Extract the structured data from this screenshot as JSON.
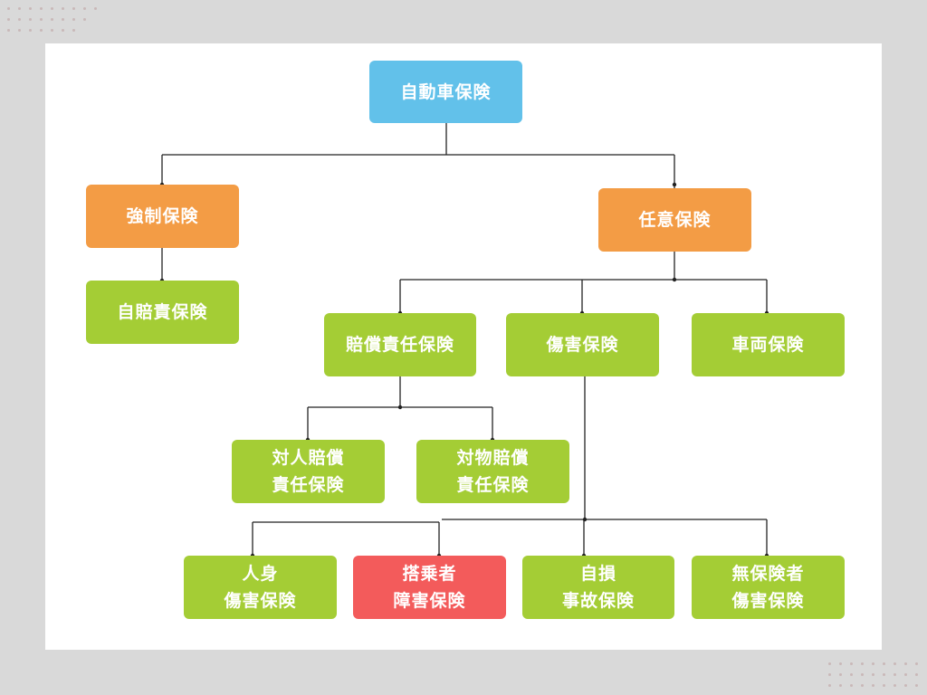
{
  "colors": {
    "root": "#62c1ea",
    "category": "#f39c45",
    "item": "#a4cd35",
    "highlight": "#f35b5b",
    "connector": "#222222",
    "background": "#d9d9d9",
    "panel": "#ffffff"
  },
  "nodes": {
    "root": "自動車保険",
    "compulsory": "強制保険",
    "voluntary": "任意保険",
    "jibaiseki": "自賠責保険",
    "liability": "賠償責任保険",
    "injury": "傷害保険",
    "vehicle": "車両保険",
    "bodily_liability": [
      "対人賠償",
      "責任保険"
    ],
    "property_liability": [
      "対物賠償",
      "責任保険"
    ],
    "personal_injury": [
      "人身",
      "傷害保険"
    ],
    "passenger_injury": [
      "搭乗者",
      "障害保険"
    ],
    "self_accident": [
      "自損",
      "事故保険"
    ],
    "uninsured_motorist": [
      "無保険者",
      "傷害保険"
    ]
  }
}
